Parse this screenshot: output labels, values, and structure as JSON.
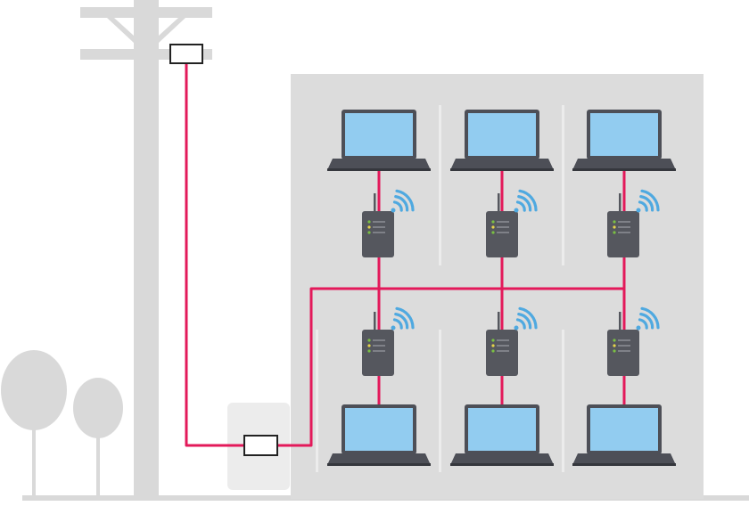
{
  "diagram": {
    "type": "network-topology",
    "text_labels": [],
    "colors": {
      "background": "#ffffff",
      "structure_gray": "#d9d9d9",
      "building_gray": "#dcdcdc",
      "cable": "#e3195a",
      "laptop_screen": "#92ccf0",
      "laptop_frame": "#4d4f57",
      "device_body": "#55575e",
      "wifi": "#4fa9e0",
      "led_green": "#7bc043",
      "led_yellow": "#e5d44a"
    },
    "icons": {
      "utility_pole": "utility-pole-icon",
      "tree": "tree-icon",
      "building": "building-icon",
      "meter_box": "meter-box-icon",
      "laptop": "laptop-icon",
      "router": "wifi-router-icon",
      "wifi": "wifi-signal-icon"
    },
    "rooms": [
      {
        "id": "room-upper-1",
        "floor": "upper"
      },
      {
        "id": "room-upper-2",
        "floor": "upper"
      },
      {
        "id": "room-upper-3",
        "floor": "upper"
      },
      {
        "id": "room-lower-1",
        "floor": "lower"
      },
      {
        "id": "room-lower-2",
        "floor": "lower"
      },
      {
        "id": "room-lower-3",
        "floor": "lower"
      }
    ],
    "connections": [
      {
        "from": "pole-junction-box",
        "to": "entry-junction-box"
      },
      {
        "from": "entry-junction-box",
        "to": "floor-bus"
      },
      {
        "from": "floor-bus",
        "to": "room-upper-1"
      },
      {
        "from": "floor-bus",
        "to": "room-upper-2"
      },
      {
        "from": "floor-bus",
        "to": "room-upper-3"
      },
      {
        "from": "floor-bus",
        "to": "room-lower-1"
      },
      {
        "from": "floor-bus",
        "to": "room-lower-2"
      },
      {
        "from": "floor-bus",
        "to": "room-lower-3"
      }
    ]
  }
}
